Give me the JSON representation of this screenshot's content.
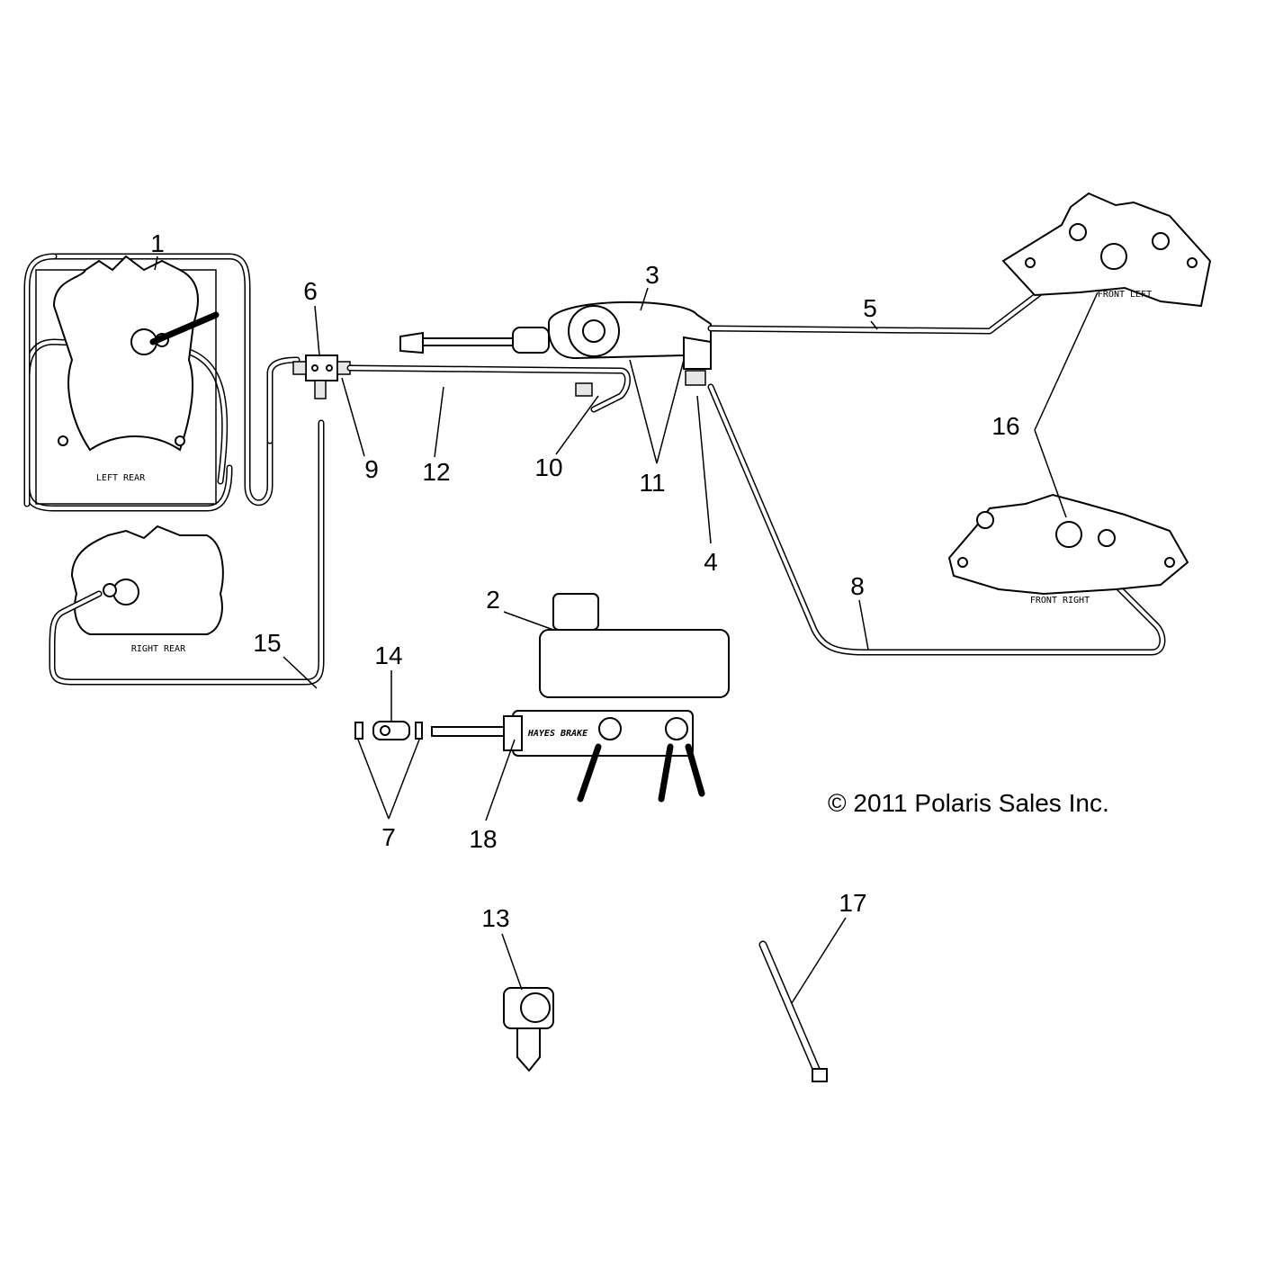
{
  "diagram": {
    "callouts": {
      "c1": "1",
      "c2": "2",
      "c3": "3",
      "c4": "4",
      "c5": "5",
      "c6": "6",
      "c7": "7",
      "c8": "8",
      "c9": "9",
      "c10": "10",
      "c11": "11",
      "c12": "12",
      "c13": "13",
      "c14": "14",
      "c15": "15",
      "c16": "16",
      "c17": "17",
      "c18": "18"
    },
    "plates": {
      "left_rear": "LEFT REAR",
      "right_rear": "RIGHT REAR",
      "front_left": "FRONT LEFT",
      "front_right": "FRONT RIGHT",
      "master_cylinder": "HAYES BRAKE"
    },
    "copyright": "© 2011 Polaris Sales Inc."
  }
}
